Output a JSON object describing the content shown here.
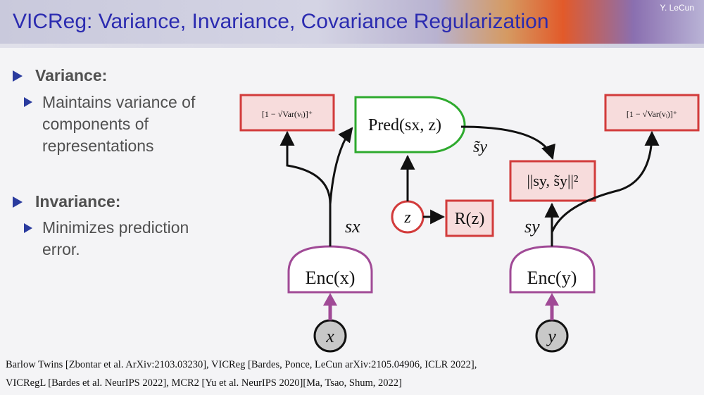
{
  "header": {
    "title": "VICReg: Variance, Invariance, Covariance Regularization",
    "author": "Y. LeCun"
  },
  "bullets": [
    {
      "heading": "Variance:",
      "sub": [
        "Maintains variance of",
        "components of",
        "representations"
      ]
    },
    {
      "heading": "Invariance:",
      "sub": [
        "Minimizes prediction",
        "error."
      ]
    }
  ],
  "diagram": {
    "var_left": "[1 − √Var(vᵢ)]⁺",
    "var_right": "[1 − √Var(vᵢ)]⁺",
    "pred": "Pred(sx, z)",
    "z": "z",
    "rz": "R(z)",
    "sy_tilde": "s̃y",
    "loss": "||sy, s̃y||²",
    "sx": "sx",
    "sy": "sy",
    "enc_x": "Enc(x)",
    "enc_y": "Enc(y)",
    "x": "x",
    "y": "y",
    "colors": {
      "red_box_fill": "#f7dcdc",
      "red_box_stroke": "#d23b3b",
      "pred_stroke": "#2eaa2e",
      "enc_stroke": "#a04a96",
      "input_fill": "#c8c8c8",
      "arrow_purple": "#a04a96"
    }
  },
  "references": [
    "Barlow Twins [Zbontar et al. ArXiv:2103.03230], VICReg [Bardes, Ponce, LeCun arXiv:2105.04906, ICLR 2022],",
    "VICRegL [Bardes et al. NeurIPS 2022], MCR2 [Yu et al. NeurIPS 2020][Ma, Tsao, Shum, 2022]"
  ]
}
